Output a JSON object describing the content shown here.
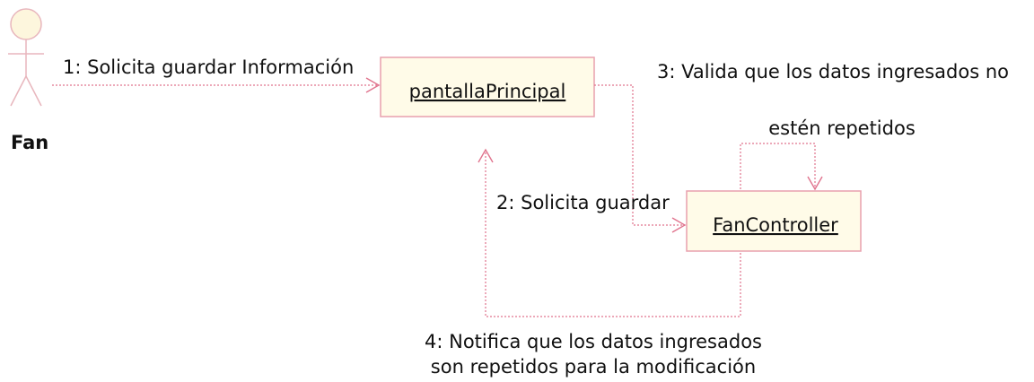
{
  "colors": {
    "object_fill": "#fffbe8",
    "object_border": "#e8a0ae",
    "message_line": "#e0738d",
    "actor_stroke": "#e8b6bd",
    "actor_fill": "#fdf6dd"
  },
  "actor": {
    "name": "Fan"
  },
  "objects": {
    "pantalla": {
      "name": "pantallaPrincipal"
    },
    "controller": {
      "name": "FanController"
    }
  },
  "messages": {
    "m1": {
      "text": "1: Solicita guardar Información"
    },
    "m2": {
      "text": "2: Solicita guardar"
    },
    "m3": {
      "line1": "3: Valida que los datos ingresados no",
      "line2": "estén repetidos"
    },
    "m4": {
      "line1": "4: Notifica que los datos ingresados",
      "line2": "son repetidos para la modificación"
    }
  }
}
